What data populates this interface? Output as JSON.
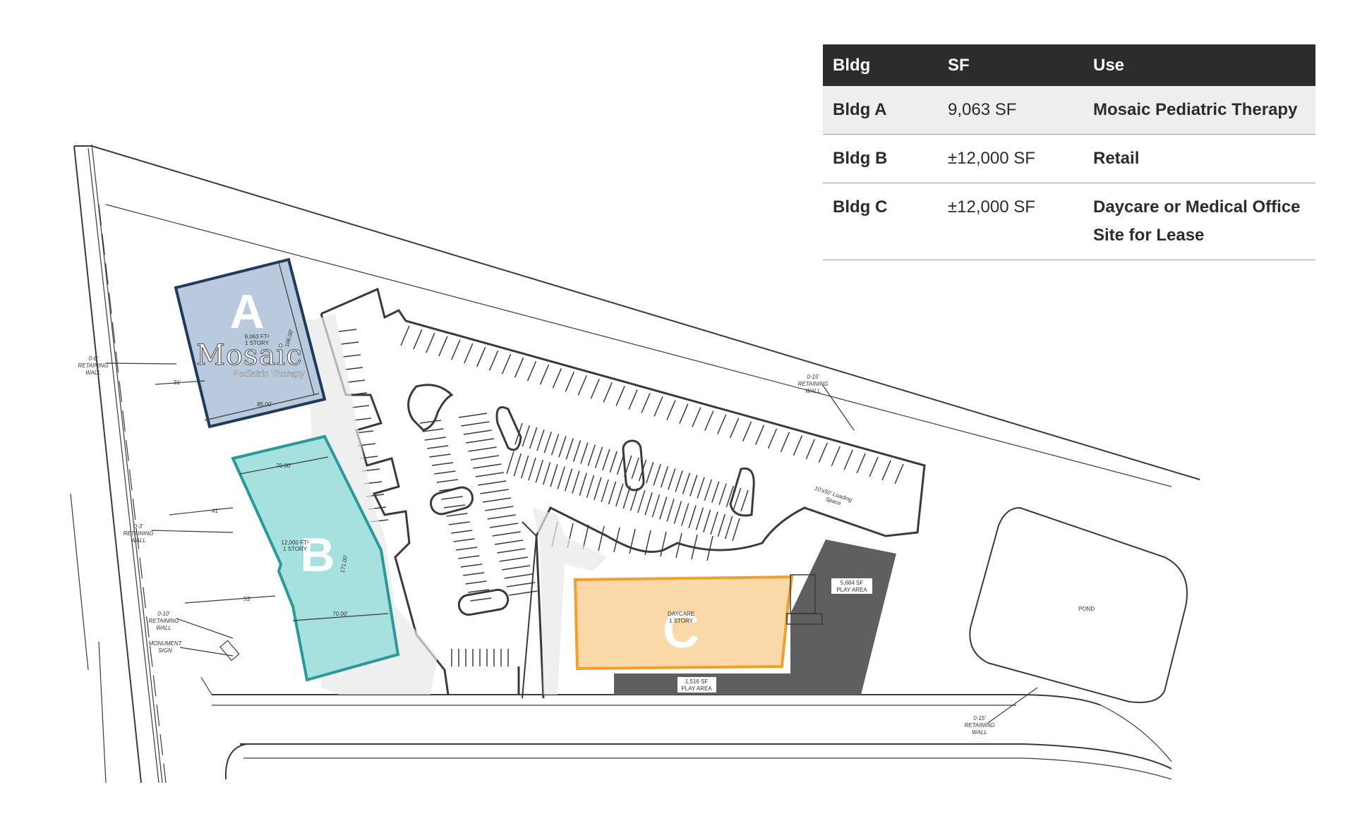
{
  "table": {
    "headers": [
      "Bldg",
      "SF",
      "Use"
    ],
    "rows": [
      {
        "bldg": "Bldg A",
        "sf": "9,063 SF",
        "use": [
          "Mosaic Pediatric Therapy"
        ]
      },
      {
        "bldg": "Bldg B",
        "sf": "±12,000 SF",
        "use": [
          "Retail"
        ]
      },
      {
        "bldg": "Bldg C",
        "sf": "±12,000 SF",
        "use": [
          "Daycare or Medical Office",
          "Site for Lease"
        ]
      }
    ]
  },
  "buildings": {
    "a": {
      "letter": "A",
      "area": "9,063 FT²",
      "stories": "1 STORY",
      "dim_bottom": "85.00'",
      "dim_side": "106.00'",
      "color": "#b9c9de",
      "stroke": "#1f3a5a"
    },
    "b": {
      "letter": "B",
      "area": "12,000 FT²",
      "stories": "1 STORY",
      "dim_top": "70.00'",
      "dim_mid": "70.00'",
      "dim_side": "171.00'",
      "color": "#a6e1e0",
      "stroke": "#2a9999"
    },
    "c": {
      "letter": "C",
      "line1": "DAYCARE",
      "line2": "1 STORY",
      "color": "#fbd8a8",
      "stroke": "#f0a030"
    }
  },
  "logo": {
    "word": "Mosaic",
    "sub": "Pediatric Therapy"
  },
  "labels": {
    "retaining_wall_1": [
      "0-6'",
      "RETAINING",
      "WALL"
    ],
    "retaining_wall_2": [
      "0-3'",
      "RETAINING",
      "WALL"
    ],
    "retaining_wall_3": [
      "0-10'",
      "RETAINING",
      "WALL"
    ],
    "retaining_wall_4": [
      "0-15'",
      "RETAINING",
      "WALL"
    ],
    "retaining_wall_5": [
      "0-15'",
      "RETAINING",
      "WALL"
    ],
    "monument_sign": [
      "MONUMENT",
      "SIGN"
    ],
    "loading": [
      "10'x50' Loading",
      "Space"
    ],
    "play_area_1": [
      "5,684 SF",
      "PLAY AREA"
    ],
    "play_area_2": [
      "1,516 SF",
      "PLAY AREA"
    ],
    "pond": "POND",
    "dim_31": "31'",
    "dim_41": "41'",
    "dim_53": "53'"
  }
}
